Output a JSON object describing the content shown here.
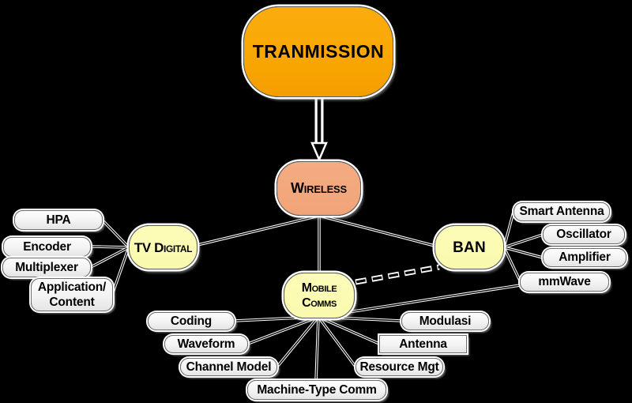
{
  "nodes": {
    "root": {
      "label": "TRANMISSION"
    },
    "wireless": {
      "label": "Wireless"
    },
    "tv_digital": {
      "label": "TV Digital"
    },
    "ban": {
      "label": "BAN"
    },
    "mobile_comms": {
      "line1": "Mobile",
      "line2": "Comms"
    }
  },
  "leaves": {
    "hpa": "HPA",
    "encoder": "Encoder",
    "multiplexer": "Multiplexer",
    "application_line1": "Application/",
    "application_line2": "Content",
    "smart_antenna": "Smart Antenna",
    "oscillator": "Oscillator",
    "amplifier": "Amplifier",
    "mmwave": "mmWave",
    "coding": "Coding",
    "waveform": "Waveform",
    "channel_model": "Channel Model",
    "machine_type_comm": "Machine-Type Comm",
    "modulasi": "Modulasi",
    "antenna": "Antenna",
    "resource_mgt": "Resource Mgt"
  },
  "edges": [
    {
      "from": "TRANMISSION",
      "to": "Wireless",
      "style": "arrow"
    },
    {
      "from": "Wireless",
      "to": "TV Digital",
      "style": "solid"
    },
    {
      "from": "Wireless",
      "to": "Mobile Comms",
      "style": "solid"
    },
    {
      "from": "Wireless",
      "to": "BAN",
      "style": "solid"
    },
    {
      "from": "TV Digital",
      "to": "HPA",
      "style": "solid"
    },
    {
      "from": "TV Digital",
      "to": "Encoder",
      "style": "solid"
    },
    {
      "from": "TV Digital",
      "to": "Multiplexer",
      "style": "solid"
    },
    {
      "from": "TV Digital",
      "to": "Application/Content",
      "style": "solid"
    },
    {
      "from": "BAN",
      "to": "Smart Antenna",
      "style": "solid"
    },
    {
      "from": "BAN",
      "to": "Oscillator",
      "style": "solid"
    },
    {
      "from": "BAN",
      "to": "Amplifier",
      "style": "solid"
    },
    {
      "from": "BAN",
      "to": "mmWave",
      "style": "solid"
    },
    {
      "from": "Mobile Comms",
      "to": "Coding",
      "style": "solid"
    },
    {
      "from": "Mobile Comms",
      "to": "Waveform",
      "style": "solid"
    },
    {
      "from": "Mobile Comms",
      "to": "Channel Model",
      "style": "solid"
    },
    {
      "from": "Mobile Comms",
      "to": "Machine-Type Comm",
      "style": "solid"
    },
    {
      "from": "Mobile Comms",
      "to": "Modulasi",
      "style": "solid"
    },
    {
      "from": "Mobile Comms",
      "to": "Antenna",
      "style": "solid"
    },
    {
      "from": "Mobile Comms",
      "to": "Resource Mgt",
      "style": "solid"
    },
    {
      "from": "Mobile Comms",
      "to": "mmWave",
      "style": "solid"
    },
    {
      "from": "Mobile Comms",
      "to": "BAN",
      "style": "dashed"
    }
  ],
  "colors": {
    "background": "#000000",
    "root_fill": "#f9a602",
    "wireless_fill": "#f1a478",
    "branch_fill": "#fafaad",
    "leaf_fill": "#f3f3f3",
    "line": "#000000",
    "line_casing": "#ffffff",
    "text": "#000000"
  }
}
